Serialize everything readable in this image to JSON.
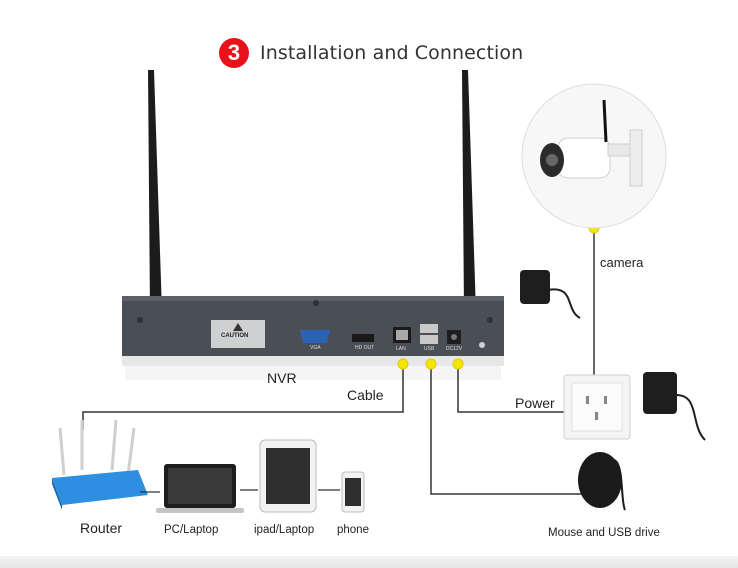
{
  "header": {
    "step_number": "3",
    "title": "Installation and Connection",
    "badge_color": "#e8131a"
  },
  "nvr": {
    "label": "NVR",
    "panel_labels": {
      "caution": "CAUTION",
      "vga": "VGA",
      "hdmi": "HD OUT",
      "lan": "LAN",
      "usb": "USB",
      "dc": "DC12V"
    }
  },
  "connections": {
    "cable_label": "Cable",
    "power_label": "Power",
    "camera_label": "camera",
    "connector_dot_color": "#f5e600"
  },
  "devices": {
    "router": "Router",
    "pc": "PC/Laptop",
    "ipad": "ipad/Laptop",
    "phone": "phone",
    "mouse_usb": "Mouse and USB drive"
  },
  "colors": {
    "router_blue": "#2e8fe0",
    "nvr_body": "#4a4e55",
    "line": "#333333"
  }
}
